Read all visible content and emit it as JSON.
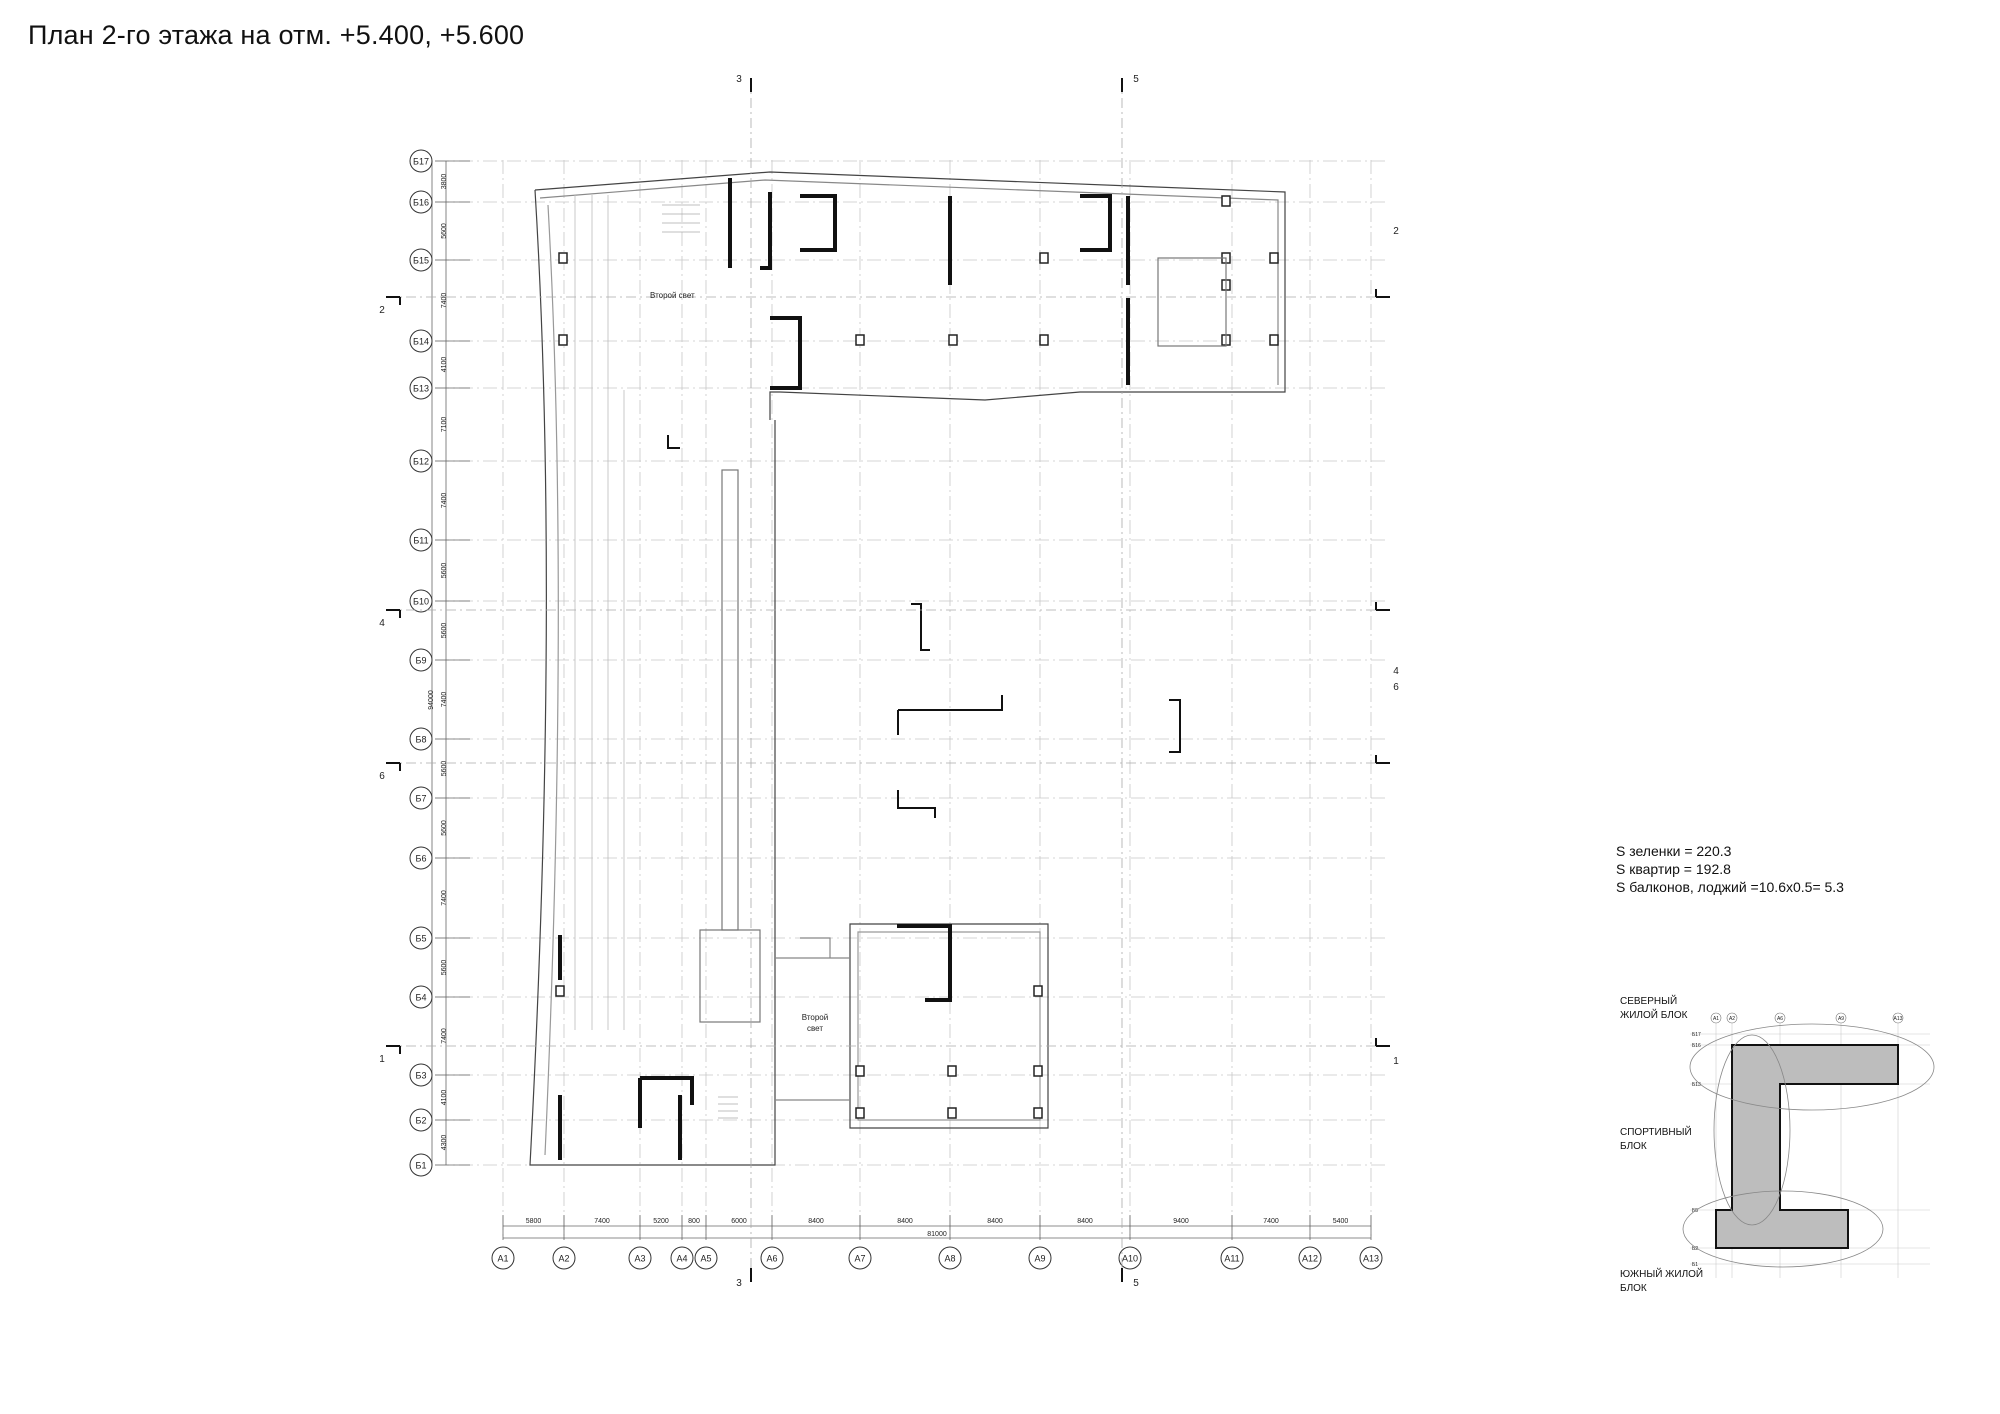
{
  "sheet": {
    "title": "План 2-го этажа на отм. +5.400, +5.600"
  },
  "grid_rows": [
    {
      "label": "Б1",
      "dim_above": "4300"
    },
    {
      "label": "Б2",
      "dim_above": "4100"
    },
    {
      "label": "Б3",
      "dim_above": "7400"
    },
    {
      "label": "Б4",
      "dim_above": "5600"
    },
    {
      "label": "Б5",
      "dim_above": "7400"
    },
    {
      "label": "Б6",
      "dim_above": "5600"
    },
    {
      "label": "Б7",
      "dim_above": "5600"
    },
    {
      "label": "Б8",
      "dim_above": "7400"
    },
    {
      "label": "Б9",
      "dim_above": "5600"
    },
    {
      "label": "Б10",
      "dim_above": "5600"
    },
    {
      "label": "Б11",
      "dim_above": "7400"
    },
    {
      "label": "Б12",
      "dim_above": "7100"
    },
    {
      "label": "Б13",
      "dim_above": "4100"
    },
    {
      "label": "Б14",
      "dim_above": "7400"
    },
    {
      "label": "Б15",
      "dim_above": "5600"
    },
    {
      "label": "Б16",
      "dim_above": "3800"
    },
    {
      "label": "Б17",
      "dim_above": ""
    }
  ],
  "grid_rows_total": "94000",
  "grid_cols": [
    {
      "label": "А1",
      "dim_after": "5800"
    },
    {
      "label": "А2",
      "dim_after": "7400"
    },
    {
      "label": "А3",
      "dim_after": "5200"
    },
    {
      "label": "А4",
      "dim_after": "800"
    },
    {
      "label": "А5",
      "dim_after": "6000"
    },
    {
      "label": "А6",
      "dim_after": "8400"
    },
    {
      "label": "А7",
      "dim_after": "8400"
    },
    {
      "label": "А8",
      "dim_after": "8400"
    },
    {
      "label": "А9",
      "dim_after": "8400"
    },
    {
      "label": "А10",
      "dim_after": "9400"
    },
    {
      "label": "А11",
      "dim_after": "7400"
    },
    {
      "label": "А12",
      "dim_after": "5400"
    },
    {
      "label": "А13",
      "dim_after": ""
    }
  ],
  "grid_cols_total": "81000",
  "section_marks": [
    "1",
    "2",
    "3",
    "4",
    "5",
    "6"
  ],
  "room_labels": {
    "double_height": "Второй свет",
    "double_height_line1": "Второй",
    "double_height_line2": "свет"
  },
  "areas": [
    "S зеленки = 220.3",
    "S квартир = 192.8",
    "S балконов, лоджий =10.6x0.5= 5.3"
  ],
  "key_plan": {
    "north_block": [
      "СЕВЕРНЫЙ",
      "ЖИЛОЙ БЛОК"
    ],
    "sport_block": [
      "СПОРТИВНЫЙ",
      "БЛОК"
    ],
    "south_block": [
      "ЮЖНЫЙ ЖИЛОЙ",
      "БЛОК"
    ],
    "col_labels": [
      "А1",
      "А2",
      "А6",
      "А9",
      "А13"
    ],
    "row_labels": [
      "Б17",
      "Б16",
      "Б13",
      "Б5",
      "Б2",
      "Б1"
    ],
    "fill_color": "#bdbdbd"
  }
}
